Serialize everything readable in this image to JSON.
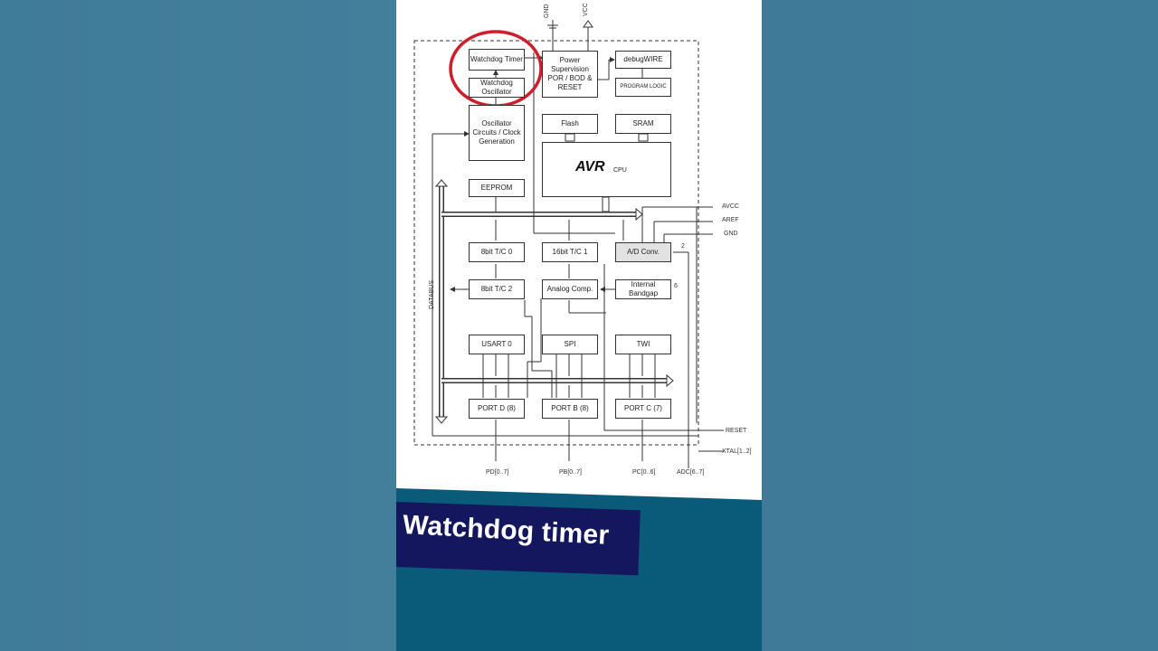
{
  "blocks": {
    "watchdog_timer": "Watchdog Timer",
    "watchdog_osc": "Watchdog Oscillator",
    "oscillator": "Oscillator Circuits / Clock Generation",
    "power": "Power Supervision POR / BOD & RESET",
    "debugwire": "debugWIRE",
    "program_logic": "PROGRAM LOGIC",
    "flash": "Flash",
    "sram": "SRAM",
    "avr": "AVR",
    "cpu": "CPU",
    "eeprom": "EEPROM",
    "tc0": "8bit T/C 0",
    "tc1": "16bit T/C 1",
    "adc": "A/D Conv.",
    "tc2": "8bit T/C 2",
    "analog_comp": "Analog Comp.",
    "bandgap": "Internal Bandgap",
    "usart": "USART 0",
    "spi": "SPI",
    "twi": "TWI",
    "portd": "PORT D (8)",
    "portb": "PORT B (8)",
    "portc": "PORT C (7)"
  },
  "labels": {
    "gnd_top": "GND",
    "vcc_top": "VCC",
    "avcc": "AVCC",
    "aref": "AREF",
    "gnd": "GND",
    "reset": "RESET",
    "xtal": "XTAL[1..2]",
    "pd": "PD[0..7]",
    "pb": "PB[0..7]",
    "pc": "PC[0..6]",
    "adc_pins": "ADC[6..7]",
    "databus": "DATABUS",
    "n2": "2",
    "n6": "6"
  },
  "caption": "Watchdog timer",
  "colors": {
    "highlight_circle": "#cc1e2b",
    "banner": "#14175e",
    "panel_bottom": "#0a5b7a",
    "background": "#417b97"
  }
}
